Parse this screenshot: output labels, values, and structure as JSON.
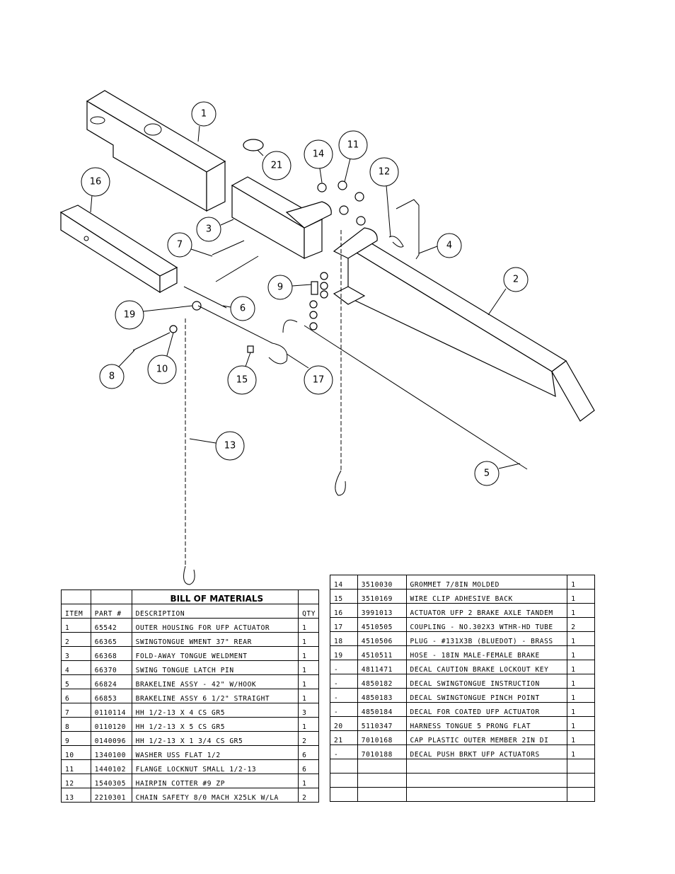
{
  "bom_title": "BILL OF MATERIALS",
  "headers": {
    "item": "ITEM",
    "part": "PART #",
    "desc": "DESCRIPTION",
    "qty": "QTY"
  },
  "callouts": [
    "1",
    "2",
    "3",
    "4",
    "5",
    "6",
    "7",
    "8",
    "9",
    "10",
    "11",
    "12",
    "13",
    "14",
    "15",
    "16",
    "17",
    "19",
    "21"
  ],
  "left_rows": [
    {
      "item": "1",
      "part": "65542",
      "desc": "OUTER HOUSING FOR UFP ACTUATOR",
      "qty": "1"
    },
    {
      "item": "2",
      "part": "66365",
      "desc": "SWINGTONGUE WMENT 37\" REAR",
      "qty": "1"
    },
    {
      "item": "3",
      "part": "66368",
      "desc": "FOLD-AWAY TONGUE WELDMENT",
      "qty": "1"
    },
    {
      "item": "4",
      "part": "66370",
      "desc": "SWING TONGUE LATCH PIN",
      "qty": "1"
    },
    {
      "item": "5",
      "part": "66824",
      "desc": "BRAKELINE ASSY - 42\" W/HOOK",
      "qty": "1"
    },
    {
      "item": "6",
      "part": "66853",
      "desc": "BRAKELINE ASSY 6 1/2\" STRAIGHT",
      "qty": "1"
    },
    {
      "item": "7",
      "part": "0110114",
      "desc": "HH 1/2-13 X 4 CS GR5",
      "qty": "3"
    },
    {
      "item": "8",
      "part": "0110120",
      "desc": "HH 1/2-13 X 5 CS GR5",
      "qty": "1"
    },
    {
      "item": "9",
      "part": "0140096",
      "desc": "HH 1/2-13 X 1 3/4 CS GR5",
      "qty": "2"
    },
    {
      "item": "10",
      "part": "1340100",
      "desc": "WASHER USS FLAT 1/2",
      "qty": "6"
    },
    {
      "item": "11",
      "part": "1440102",
      "desc": "FLANGE LOCKNUT SMALL 1/2-13",
      "qty": "6"
    },
    {
      "item": "12",
      "part": "1540305",
      "desc": "HAIRPIN COTTER #9 ZP",
      "qty": "1"
    },
    {
      "item": "13",
      "part": "2210301",
      "desc": "CHAIN SAFETY 8/0 MACH X25LK W/LA",
      "qty": "2"
    }
  ],
  "right_rows": [
    {
      "item": "14",
      "part": "3510030",
      "desc": "GROMMET  7/8IN MOLDED",
      "qty": "1"
    },
    {
      "item": "15",
      "part": "3510169",
      "desc": "WIRE CLIP   ADHESIVE BACK",
      "qty": "1"
    },
    {
      "item": "16",
      "part": "3991013",
      "desc": "ACTUATOR UFP 2 BRAKE AXLE TANDEM",
      "qty": "1"
    },
    {
      "item": "17",
      "part": "4510505",
      "desc": "COUPLING - NO.302X3 WTHR-HD TUBE",
      "qty": "2"
    },
    {
      "item": "18",
      "part": "4510506",
      "desc": "PLUG - #131X3B (BLUEDOT) - BRASS",
      "qty": "1"
    },
    {
      "item": "19",
      "part": "4510511",
      "desc": "HOSE - 18IN MALE-FEMALE BRAKE",
      "qty": "1"
    },
    {
      "item": "-",
      "part": "4811471",
      "desc": "DECAL CAUTION BRAKE LOCKOUT KEY",
      "qty": "1"
    },
    {
      "item": "-",
      "part": "4850182",
      "desc": "DECAL SWINGTONGUE INSTRUCTION",
      "qty": "1"
    },
    {
      "item": "-",
      "part": "4850183",
      "desc": "DECAL SWINGTONGUE PINCH POINT",
      "qty": "1"
    },
    {
      "item": "-",
      "part": "4850184",
      "desc": "DECAL FOR COATED UFP ACTUATOR",
      "qty": "1"
    },
    {
      "item": "20",
      "part": "5110347",
      "desc": "HARNESS  TONGUE 5 PRONG FLAT",
      "qty": "1"
    },
    {
      "item": "21",
      "part": "7010168",
      "desc": "CAP  PLASTIC OUTER MEMBER 2IN DI",
      "qty": "1"
    },
    {
      "item": "-",
      "part": "7010188",
      "desc": "DECAL PUSH BRKT UFP ACTUATORS",
      "qty": "1"
    },
    {
      "item": "",
      "part": "",
      "desc": "",
      "qty": ""
    },
    {
      "item": "",
      "part": "",
      "desc": "",
      "qty": ""
    },
    {
      "item": "",
      "part": "",
      "desc": "",
      "qty": ""
    }
  ]
}
